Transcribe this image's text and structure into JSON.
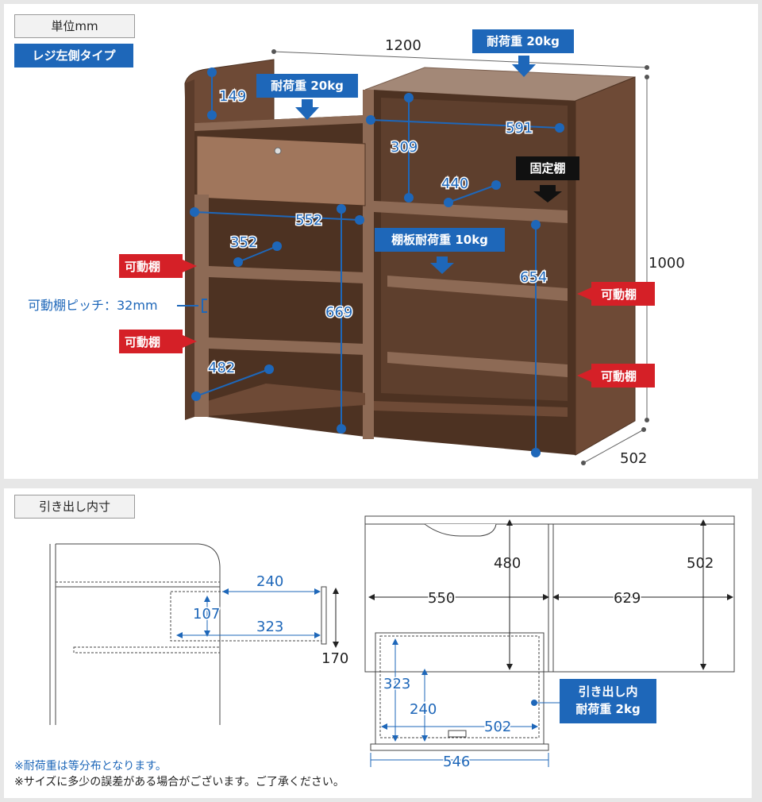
{
  "header": {
    "unit_label": "単位mm",
    "type_label": "レジ左側タイプ"
  },
  "dimensions": {
    "width": "1200",
    "height": "1000",
    "depth": "502",
    "upper_shelf_height": "149",
    "right_inner_width": "591",
    "right_upper_height": "309",
    "right_upper_depth": "440",
    "left_inner_width": "552",
    "left_shelf_depth": "352",
    "left_lower_height": "669",
    "right_lower_height": "654",
    "left_bottom_depth": "482"
  },
  "labels": {
    "load_top": "耐荷重 20kg",
    "load_left_top": "耐荷重 20kg",
    "fixed_shelf": "固定棚",
    "shelf_load": "棚板耐荷重 10kg",
    "movable_shelf": "可動棚",
    "pitch": "可動棚ピッチ：32mm"
  },
  "drawer": {
    "title": "引き出し内寸",
    "side_dims": {
      "depth": "240",
      "height": "107",
      "length": "323",
      "outer_height": "170"
    },
    "plan_dims": {
      "front_depth": "480",
      "left_width": "550",
      "right_width": "629",
      "right_depth": "502",
      "drawer_depth": "323",
      "drawer_depth2": "240",
      "drawer_width": "502",
      "drawer_outer_width": "546"
    },
    "load": [
      "引き出し内",
      "耐荷重 2kg"
    ]
  },
  "notes": [
    "※耐荷重は等分布となります。",
    "※サイズに多少の誤差がある場合がございます。ご了承ください。"
  ],
  "colors": {
    "wood": "#6e4a36",
    "wood_dark": "#4d3222",
    "wood_light": "#8d6a55",
    "top_surface": "#a38877",
    "blue": "#1e67b9",
    "red": "#d52027",
    "dim_line": "#1e67b9",
    "plan_line": "#333333"
  }
}
